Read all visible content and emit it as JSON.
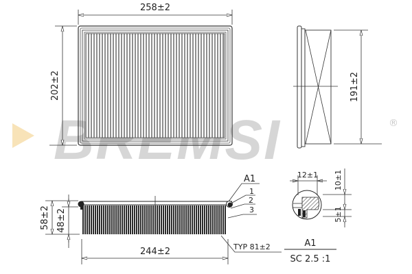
{
  "drawing": {
    "brand": {
      "name": "BREMSI",
      "registered_mark": "®",
      "accent_color": "#f8e3b8",
      "watermark_color": "#d6d6d6"
    },
    "top_view": {
      "width_dimension": "258±2",
      "height_dimension": "202±2"
    },
    "side_view": {
      "height_dimension": "191±2"
    },
    "section_view": {
      "overall_height_dimension": "58±2",
      "pleat_height_dimension": "48±2",
      "length_dimension": "244±2",
      "pleat_count_note": "TYP 81±2",
      "detail_callout": "A1",
      "layer_labels": [
        "1",
        "2",
        "3"
      ]
    },
    "detail_view": {
      "width_dimension": "12±1",
      "height_dimension": "10±1",
      "lip_dimension": "5±1",
      "detail_label": "A1",
      "scale_label": "SC 2.5 :1"
    }
  }
}
